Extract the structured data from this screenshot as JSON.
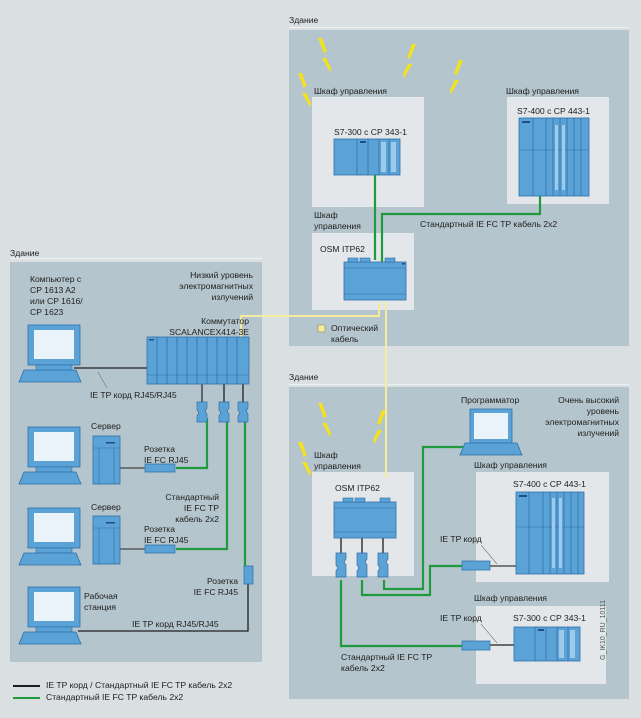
{
  "colors": {
    "background": "#dadfe2",
    "building": "#b5c5cd",
    "cabinet": "#e3e7e9",
    "device_blue": "#5ba3d6",
    "device_edge": "#2f6fa8",
    "green_cable": "#1f9a3c",
    "black_cable": "#1e1e1e",
    "optical_cable": "#f4ec9a",
    "lightning": "#f5e21a"
  },
  "buildings": {
    "left": {
      "title": "Здание",
      "emi_label": "Низкий уровень\nэлектромагнитных\nизлучений",
      "computer_label": "Компьютер с\nCP 1613 A2\nили CP 1616/\nCP 1623",
      "switch_label": "Коммутатор\nSCALANCEX414-3E",
      "cord_label_1": "IE TP корд RJ45/RJ45",
      "server1_label": "Сервер",
      "socket1_label": "Розетка\nIE FC RJ45",
      "std_cable_label": "Стандартный\nIE FC TP\nкабель 2x2",
      "server2_label": "Сервер",
      "socket2_label": "Розетка\nIE FC RJ45",
      "socket3_label": "Розетка\nIE FC RJ45",
      "workstation_label": "Рабочая\nстанция",
      "cord_label_2": "IE TP корд RJ45/RJ45"
    },
    "top": {
      "title": "Здание",
      "cabinet1_title": "Шкаф управления",
      "cabinet1_device": "S7-300 с CP 343-1",
      "cabinet2_title": "Шкаф управления",
      "cabinet2_device": "S7-400 с CP 443-1",
      "cabinet3_title": "Шкаф\nуправления",
      "cabinet3_device": "OSM ITP62",
      "green_cable_label": "Стандартный IE FC TP кабель 2x2",
      "optical_legend": "Оптический\nкабель"
    },
    "bottom": {
      "title": "Здание",
      "programmer_label": "Программатор",
      "emi_label": "Очень высокий\nуровень\nэлектромагнитных\nизлучений",
      "cabinet1_title": "Шкаф\nуправления",
      "cabinet1_device": "OSM ITP62",
      "cabinet2_title": "Шкаф управления",
      "cabinet2_device": "S7-400 с CP 443-1",
      "cord_label_1": "IE TP корд",
      "cabinet3_title": "Шкаф управления",
      "cabinet3_device": "S7-300 с CP 343-1",
      "cord_label_2": "IE TP корд",
      "std_cable_label": "Стандартный IE FC TP\nкабель 2x2"
    }
  },
  "legend": [
    {
      "label": "IE TP корд / Стандартный IE FC TP кабель 2x2",
      "color": "#1e1e1e"
    },
    {
      "label": "Стандартный IE FC TP кабель 2x2",
      "color": "#1f9a3c"
    }
  ],
  "figure_id": "G_IK10_RU_10111"
}
